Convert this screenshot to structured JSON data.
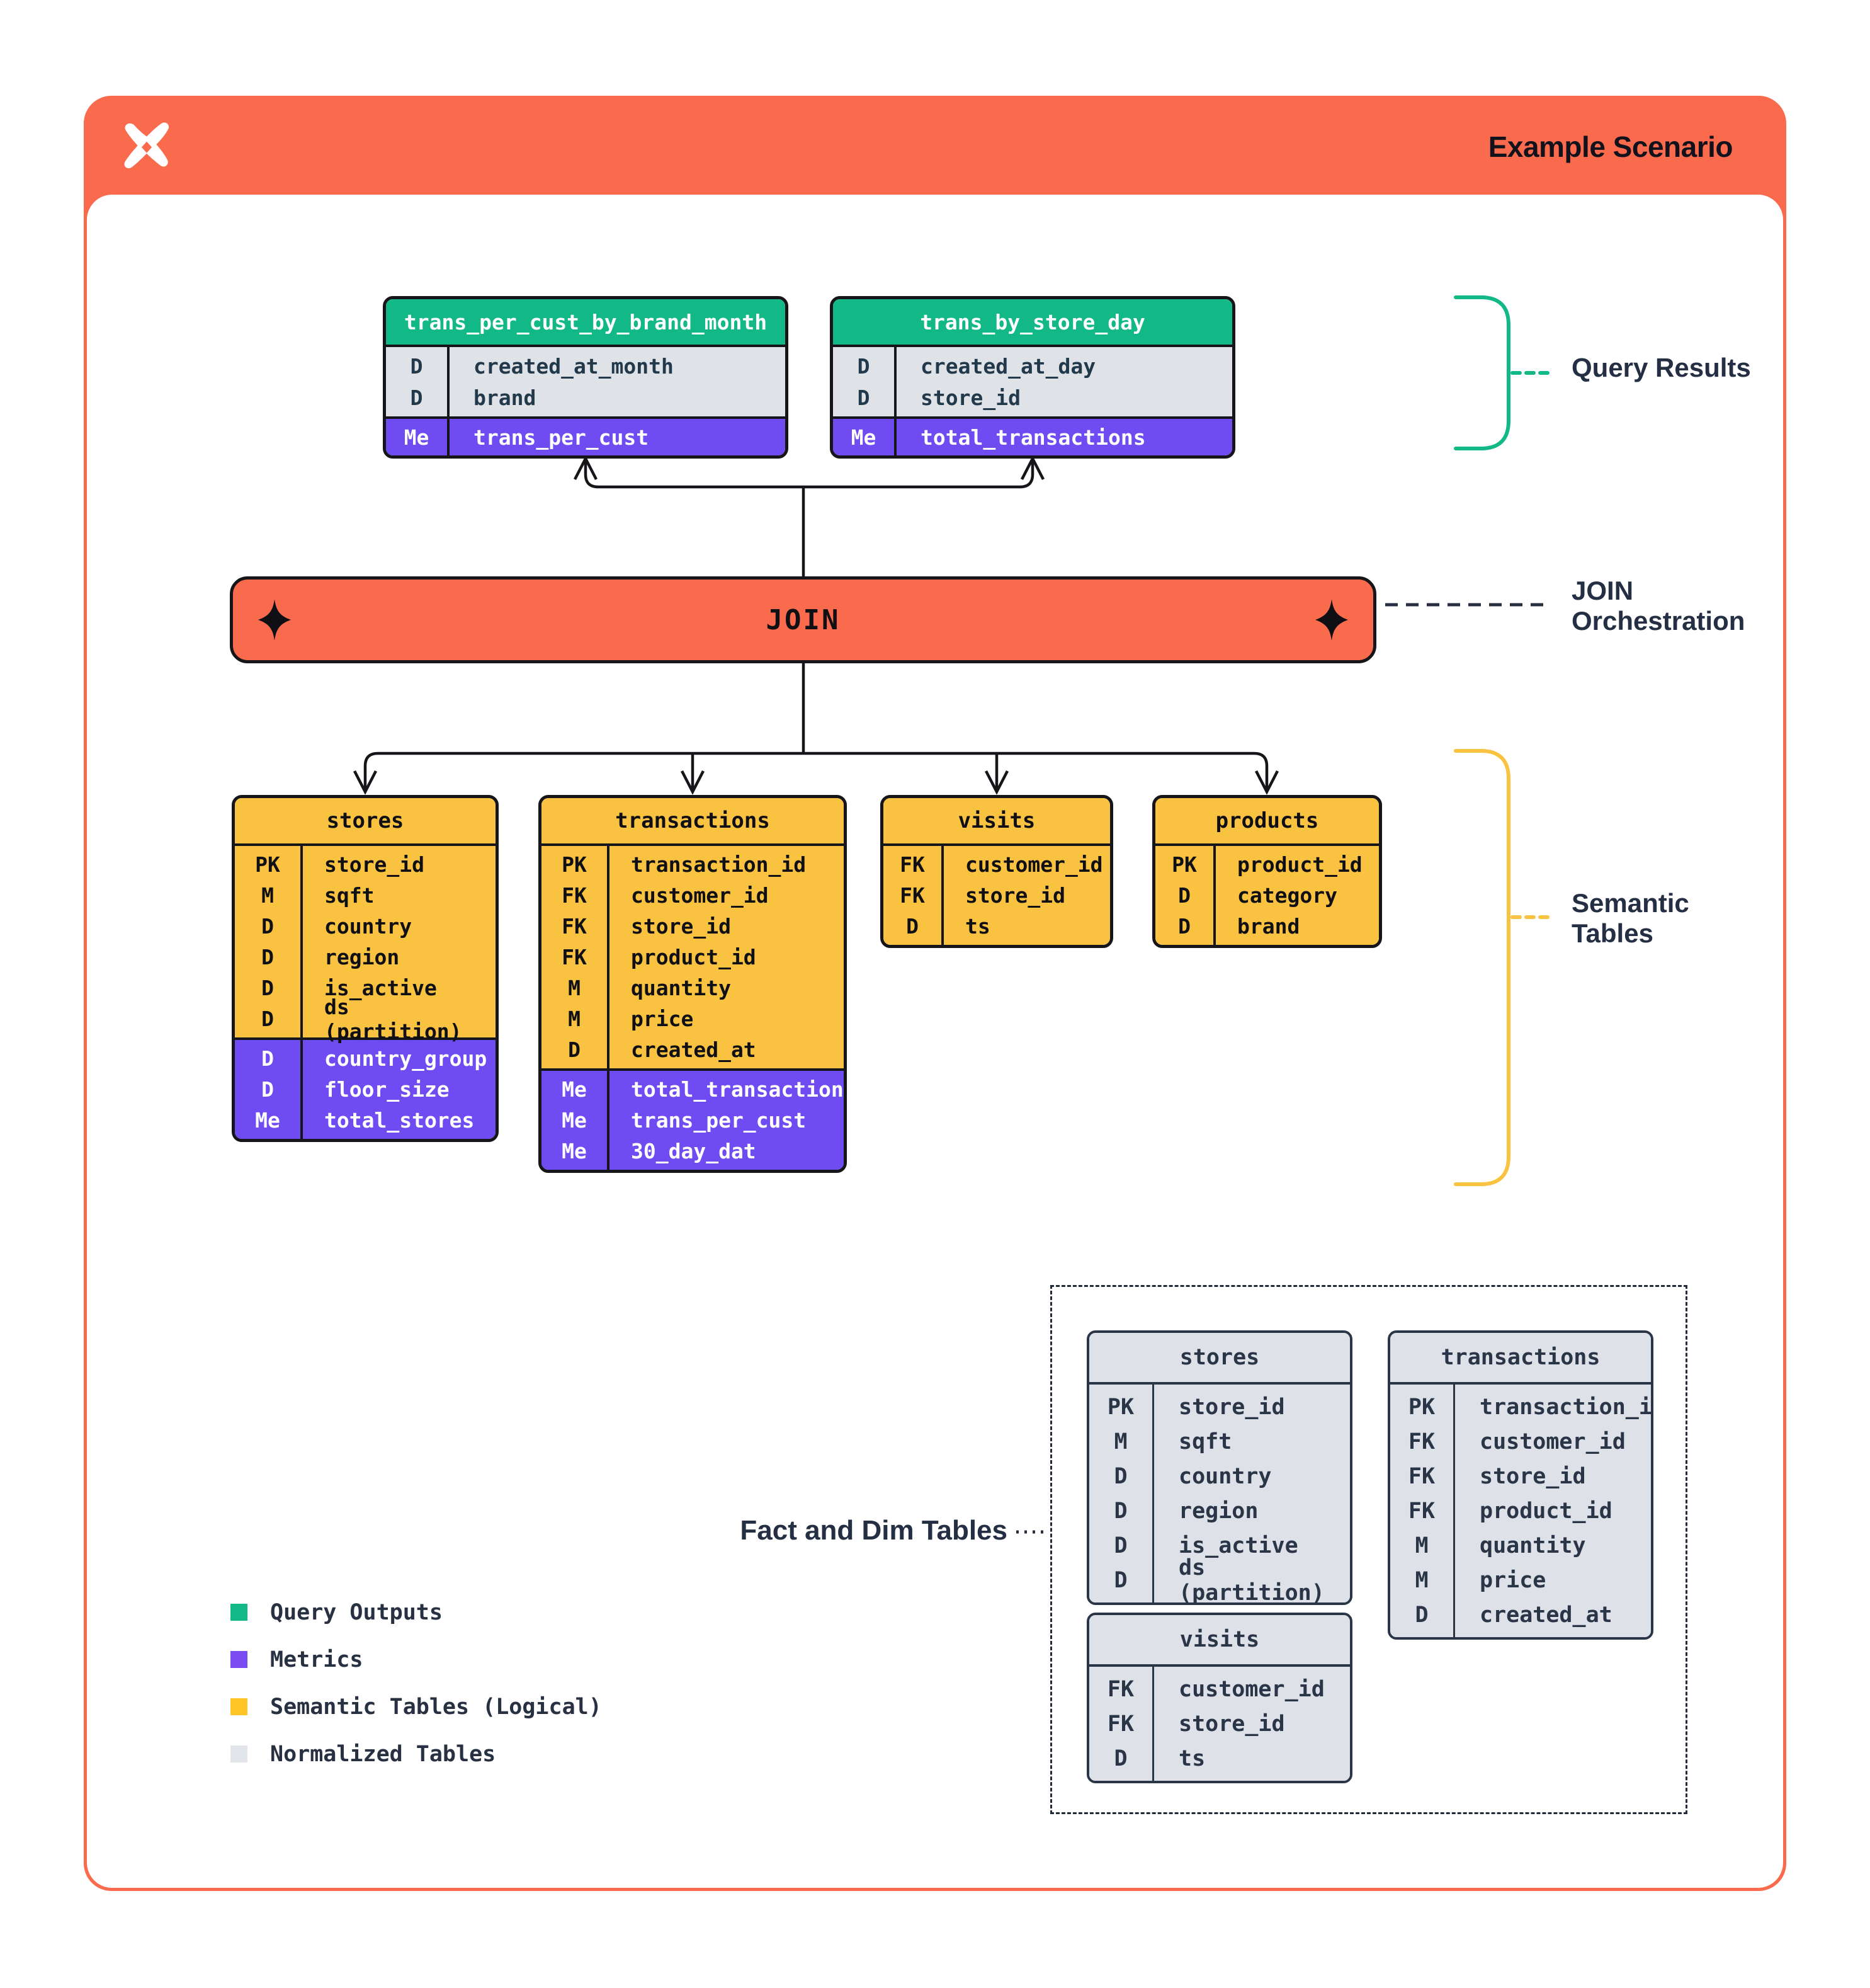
{
  "header": {
    "title": "Example Scenario"
  },
  "annotations": {
    "query_results": "Query Results",
    "join_line1": "JOIN",
    "join_line2": "Orchestration",
    "semantic_line1": "Semantic",
    "semantic_line2": "Tables",
    "fact_dim": "Fact and Dim Tables"
  },
  "join_bar": {
    "label": "JOIN"
  },
  "query_tables": [
    {
      "name": "trans_per_cust_by_brand_month",
      "rows": [
        {
          "k": "D",
          "f": "created_at_month"
        },
        {
          "k": "D",
          "f": "brand"
        }
      ],
      "metrics": [
        {
          "k": "Me",
          "f": "trans_per_cust"
        }
      ]
    },
    {
      "name": "trans_by_store_day",
      "rows": [
        {
          "k": "D",
          "f": "created_at_day"
        },
        {
          "k": "D",
          "f": "store_id"
        }
      ],
      "metrics": [
        {
          "k": "Me",
          "f": "total_transactions"
        }
      ]
    }
  ],
  "semantic_tables": [
    {
      "name": "stores",
      "rows": [
        {
          "k": "PK",
          "f": "store_id"
        },
        {
          "k": "M",
          "f": "sqft"
        },
        {
          "k": "D",
          "f": "country"
        },
        {
          "k": "D",
          "f": "region"
        },
        {
          "k": "D",
          "f": "is_active"
        },
        {
          "k": "D",
          "f": "ds (partition)"
        }
      ],
      "metrics": [
        {
          "k": "D",
          "f": "country_group"
        },
        {
          "k": "D",
          "f": "floor_size"
        },
        {
          "k": "Me",
          "f": "total_stores"
        }
      ]
    },
    {
      "name": "transactions",
      "rows": [
        {
          "k": "PK",
          "f": "transaction_id"
        },
        {
          "k": "FK",
          "f": "customer_id"
        },
        {
          "k": "FK",
          "f": "store_id"
        },
        {
          "k": "FK",
          "f": "product_id"
        },
        {
          "k": "M",
          "f": "quantity"
        },
        {
          "k": "M",
          "f": "price"
        },
        {
          "k": "D",
          "f": "created_at"
        }
      ],
      "metrics": [
        {
          "k": "Me",
          "f": "total_transactions"
        },
        {
          "k": "Me",
          "f": "trans_per_cust"
        },
        {
          "k": "Me",
          "f": "30_day_dat"
        }
      ]
    },
    {
      "name": "visits",
      "rows": [
        {
          "k": "FK",
          "f": "customer_id"
        },
        {
          "k": "FK",
          "f": "store_id"
        },
        {
          "k": "D",
          "f": "ts"
        }
      ],
      "metrics": []
    },
    {
      "name": "products",
      "rows": [
        {
          "k": "PK",
          "f": "product_id"
        },
        {
          "k": "D",
          "f": "category"
        },
        {
          "k": "D",
          "f": "brand"
        }
      ],
      "metrics": []
    }
  ],
  "normalized_tables": [
    {
      "name": "stores",
      "rows": [
        {
          "k": "PK",
          "f": "store_id"
        },
        {
          "k": "M",
          "f": "sqft"
        },
        {
          "k": "D",
          "f": "country"
        },
        {
          "k": "D",
          "f": "region"
        },
        {
          "k": "D",
          "f": "is_active"
        },
        {
          "k": "D",
          "f": "ds (partition)"
        }
      ],
      "metrics": []
    },
    {
      "name": "transactions",
      "rows": [
        {
          "k": "PK",
          "f": "transaction_id"
        },
        {
          "k": "FK",
          "f": "customer_id"
        },
        {
          "k": "FK",
          "f": "store_id"
        },
        {
          "k": "FK",
          "f": "product_id"
        },
        {
          "k": "M",
          "f": "quantity"
        },
        {
          "k": "M",
          "f": "price"
        },
        {
          "k": "D",
          "f": "created_at"
        }
      ],
      "metrics": []
    },
    {
      "name": "visits",
      "rows": [
        {
          "k": "FK",
          "f": "customer_id"
        },
        {
          "k": "FK",
          "f": "store_id"
        },
        {
          "k": "D",
          "f": "ts"
        }
      ],
      "metrics": []
    }
  ],
  "legend": [
    {
      "label": "Query Outputs",
      "color": "#12B886"
    },
    {
      "label": "Metrics",
      "color": "#7B4CF2"
    },
    {
      "label": "Semantic Tables (Logical)",
      "color": "#FFC527"
    },
    {
      "label": "Normalized Tables",
      "color": "#E2E6EA"
    }
  ],
  "colors": {
    "orange": "#FA6A4D",
    "green": "#12B886",
    "purple": "#6F4BF2",
    "yellow": "#F9C241",
    "gray_row": "#DFE3E8",
    "normalized_bg": "#DEE2E8",
    "ink": "#15151A",
    "navy": "#252F43",
    "navy_line": "#2A3647"
  }
}
